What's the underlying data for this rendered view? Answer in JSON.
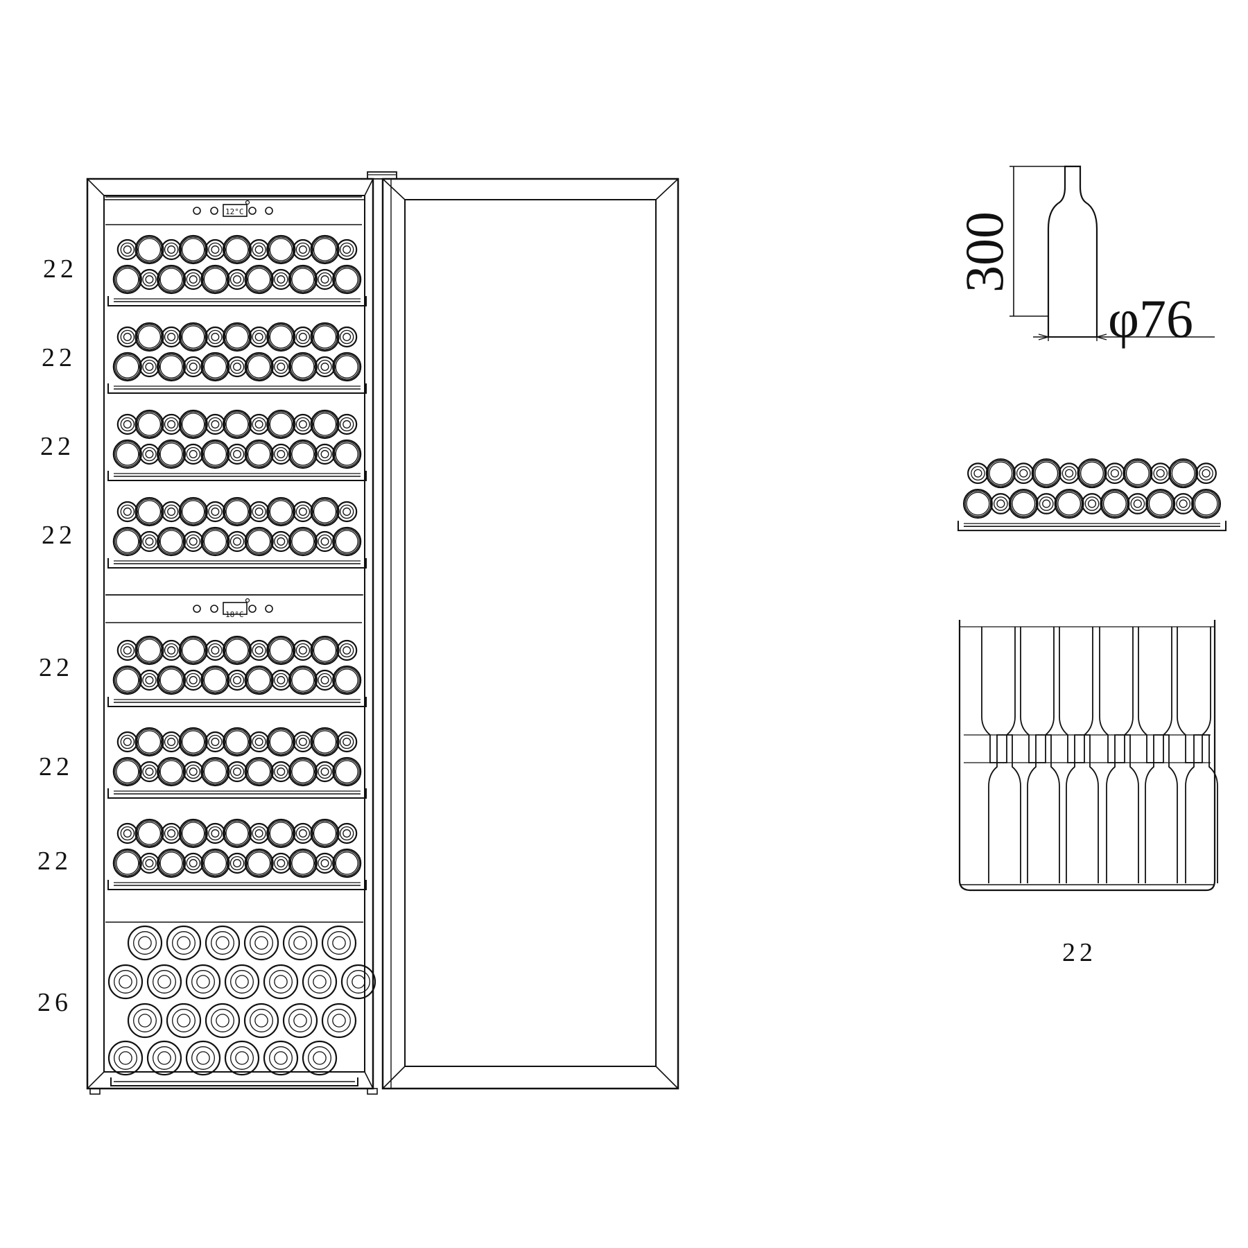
{
  "colors": {
    "line": "#111111",
    "background": "#ffffff"
  },
  "shelf_counts": [
    "22",
    "22",
    "22",
    "22",
    "22",
    "22",
    "22",
    "26"
  ],
  "zone_displays": [
    "12°C",
    "18°C"
  ],
  "bottle_height": "300",
  "bottle_diameter": "φ76",
  "rack_detail_count": "22"
}
